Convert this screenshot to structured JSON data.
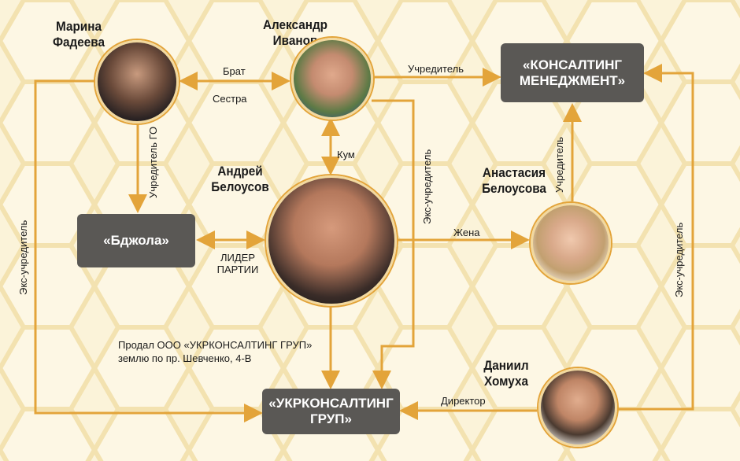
{
  "people": {
    "marina": "Марина Фадеева",
    "alexander": "Александр Иванов",
    "andrey": "Андрей Белоусов",
    "anastasia": "Анастасия Белоусова",
    "daniil": "Даниил Хомуха"
  },
  "orgs": {
    "konsalting": "«КОНСАЛТИНГ МЕНЕДЖМЕНТ»",
    "bdzhola": "«Бджола»",
    "ukrkonsalting": "«УКРКОНСАЛТИНГ ГРУП»"
  },
  "relations": {
    "brother": "Брат",
    "sister": "Сестра",
    "founder_top": "Учредитель",
    "founder_go": "Учредитель ГО",
    "kum": "Кум",
    "party_leader": "ЛИДЕР ПАРТИИ",
    "wife": "Жена",
    "founder_anastasia": "Учредитель",
    "ex_founder_alexander": "Экс-учредитель",
    "ex_founder_marina": "Экс-учредитель",
    "ex_founder_daniil": "Экс-учредитель",
    "director": "Директор",
    "sold_land": "Продал ООО «УКРКОНСАЛТИНГ ГРУП» землю по пр. Шевченко, 4-В"
  },
  "colors": {
    "line": "#e3a43a",
    "box": "#5a5855",
    "background": "#fbf3d9"
  }
}
